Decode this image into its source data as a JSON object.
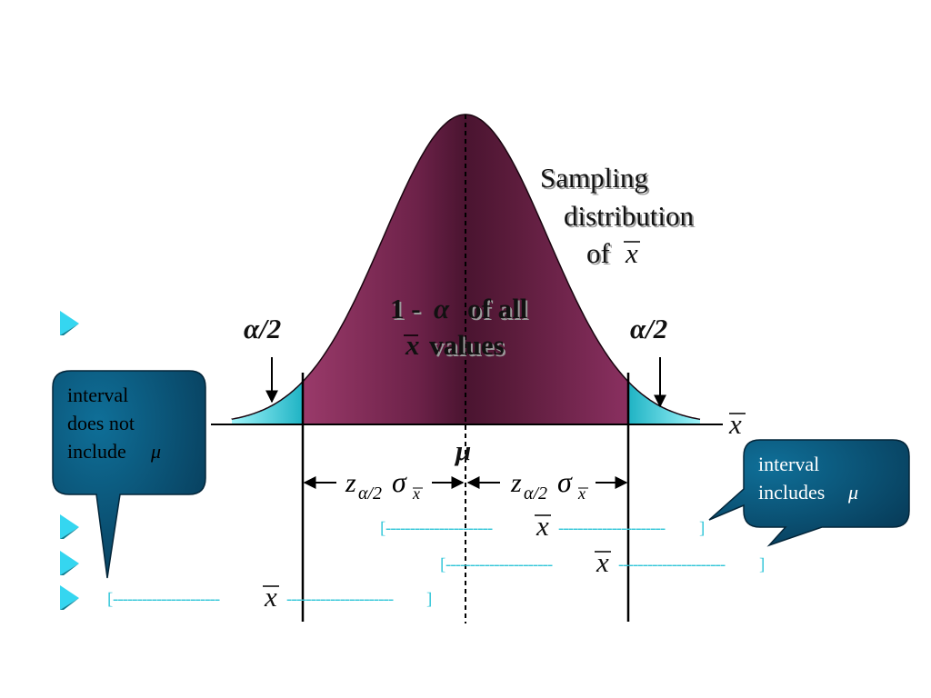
{
  "title_lines": [
    "Sampling",
    "distribution",
    "of"
  ],
  "symbols": {
    "xbar": "x",
    "mu": "μ",
    "alpha_half": "α/2",
    "z": "z",
    "z_subscript": "α/2",
    "sigma": "σ",
    "sigma_subscript": "x"
  },
  "center_label": {
    "line1_prefix": "1 -",
    "line1_alpha": "α",
    "line1_suffix": "of all",
    "line2_suffix": "values"
  },
  "callouts": {
    "left": [
      "interval",
      "does not",
      "include"
    ],
    "right": [
      "interval",
      "includes"
    ]
  },
  "intervals": {
    "dashes": "----------------------",
    "open_bracket": "[",
    "close_bracket": "]"
  },
  "colors": {
    "curve_fill": "#7a2a52",
    "curve_dark": "#3f0f28",
    "tail_fill": "#2fd0de",
    "callout_fill": "#0c5577",
    "bullet": "#35d6f0",
    "interval_line": "#4fe0ec"
  }
}
